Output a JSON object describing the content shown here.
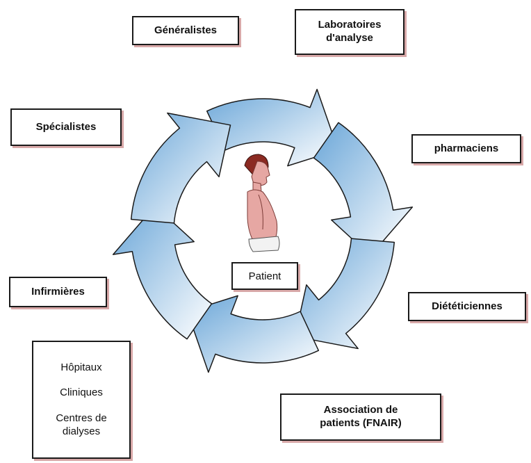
{
  "diagram": {
    "colors": {
      "arrow_fill_dark": "#6aa6d8",
      "arrow_fill_light": "#ffffff",
      "stroke": "#1a1a1a",
      "box_shadow": "#d8a8a8",
      "figure_skin": "#e6a7a3",
      "figure_hair": "#8b2a22",
      "figure_cloth": "#f2f2f2"
    },
    "center": {
      "figure_icon": "patient-figure-icon",
      "label": "Patient"
    },
    "actors": {
      "generalistes": "Généralistes",
      "laboratoires": [
        "Laboratoires",
        "d'analyse"
      ],
      "specialistes": "Spécialistes",
      "pharmaciens": "pharmaciens",
      "infirmieres": "Infirmières",
      "dieteticiennes": "Diététiciennes",
      "etablissements": [
        "Hôpitaux",
        "Cliniques",
        "Centres de",
        "dialyses"
      ],
      "association": [
        "Association de",
        "patients (FNAIR)"
      ]
    }
  }
}
